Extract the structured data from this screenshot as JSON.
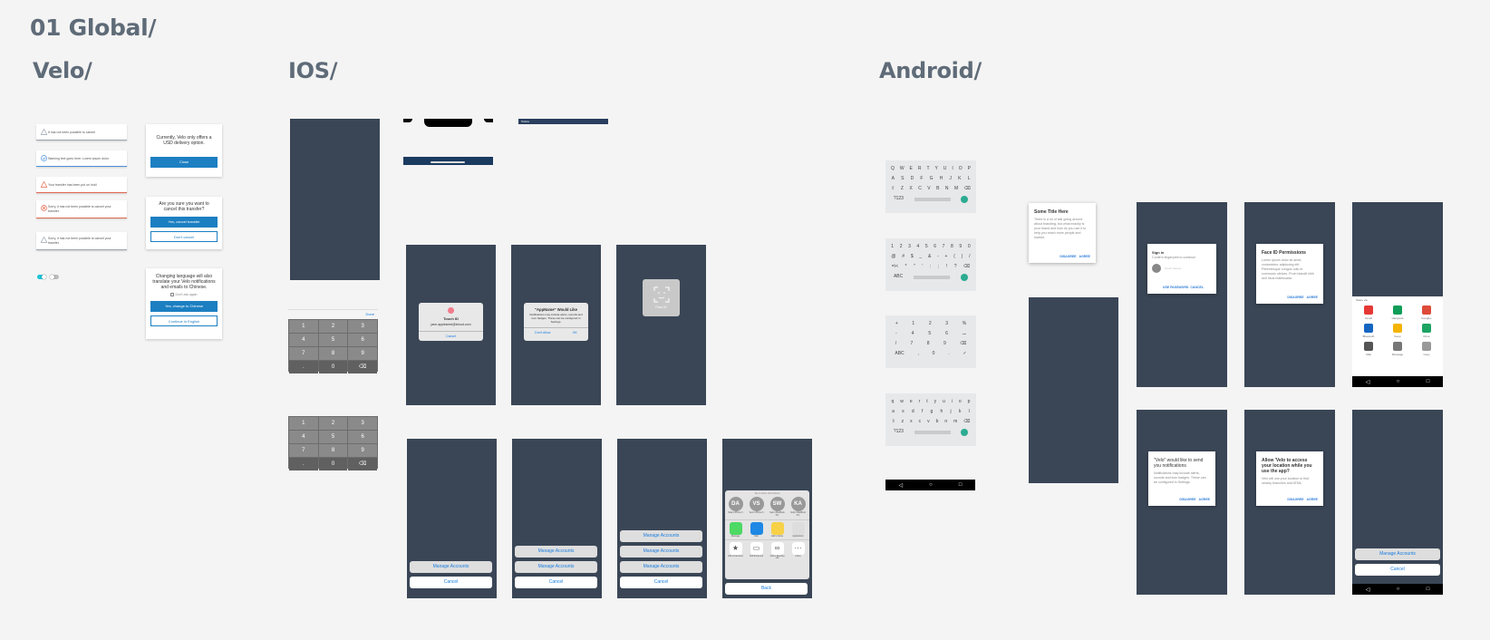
{
  "titles": {
    "global": "01 Global/",
    "velo": "Velo/",
    "ios": "IOS/",
    "android": "Android/"
  },
  "alerts": [
    {
      "text": "It has not been possible to cancel",
      "color": "#9aa3ad"
    },
    {
      "text": "Warning text goes here. Lorem ipsum dolor",
      "color": "#4a90d9"
    },
    {
      "text": "Your transfer has been put on hold",
      "color": "#e0674f"
    },
    {
      "text": "Sorry, it has not been possible to cancel your transfer.",
      "color": "#e0674f"
    },
    {
      "text": "Sorry, it has not been possible to cancel your transfer.",
      "color": "#9aa3ad"
    }
  ],
  "modal1": {
    "text": "Currently, Velo only offers a USD delivery option.",
    "button": "Close"
  },
  "modal2": {
    "text": "Are you sure you want to cancel this transfer?",
    "primary": "Yes, cancel transfer",
    "secondary": "Don't cancel"
  },
  "modal3": {
    "text": "Changing language will also translate your Velo notifications and emails to Chinese.",
    "checkbox": "Don't ask again",
    "primary": "Yes, change to Chinese",
    "secondary": "Continue in English"
  },
  "ios_status": "Telstra",
  "ios_done": "Done",
  "keypad": [
    {
      "n": "1",
      "l": ""
    },
    {
      "n": "2",
      "l": "ABC"
    },
    {
      "n": "3",
      "l": "DEF"
    },
    {
      "n": "4",
      "l": "GHI"
    },
    {
      "n": "5",
      "l": "JKL"
    },
    {
      "n": "6",
      "l": "MNO"
    },
    {
      "n": "7",
      "l": "PQRS"
    },
    {
      "n": "8",
      "l": "TUV"
    },
    {
      "n": "9",
      "l": "WXYZ"
    },
    {
      "n": ".",
      "l": ""
    },
    {
      "n": "0",
      "l": ""
    },
    {
      "n": "⌫",
      "l": ""
    }
  ],
  "touchid": {
    "title": "Touch ID",
    "email": "jane.appleseed@icloud.com",
    "cancel": "Cancel"
  },
  "apppermission": {
    "title": "\"AppName\" Would Like",
    "body": "Notifications may include alerts, sounds and icon badges. These can be configured in Settings.",
    "deny": "Don't Allow",
    "ok": "OK"
  },
  "faceid": {
    "label": "Face ID"
  },
  "actionsheet": {
    "manage": "Manage Accounts",
    "cancel": "Cancel",
    "back": "Back"
  },
  "airdrop": {
    "header": "Tap to share with AirDrop",
    "people": [
      {
        "i": "DA",
        "n": "Dale's iPhone 6"
      },
      {
        "i": "VS",
        "n": "Vern's iPhone 6"
      },
      {
        "i": "SW",
        "n": "Sam's MacBook Pro"
      },
      {
        "i": "KA",
        "n": "Kelly's MacBook Pro"
      }
    ],
    "apps": [
      {
        "n": "Message",
        "c": "#4cd964"
      },
      {
        "n": "Mail",
        "c": "#1e88e5"
      },
      {
        "n": "Add to Notes",
        "c": "#f7d148"
      },
      {
        "n": "Applications",
        "c": "#ddd"
      }
    ],
    "actions": [
      {
        "n": "Add to Favorites",
        "s": "★"
      },
      {
        "n": "Add Bookmark",
        "s": "▭"
      },
      {
        "n": "Add to Reading List",
        "s": "∞"
      },
      {
        "n": "Action",
        "s": "⋯"
      }
    ]
  },
  "kb_qwerty": {
    "rows": [
      [
        "Q",
        "W",
        "E",
        "R",
        "T",
        "Y",
        "U",
        "I",
        "O",
        "P"
      ],
      [
        "A",
        "S",
        "D",
        "F",
        "G",
        "H",
        "J",
        "K",
        "L"
      ],
      [
        "⇧",
        "Z",
        "X",
        "C",
        "V",
        "B",
        "N",
        "M",
        "⌫"
      ]
    ],
    "bottom": "?123"
  },
  "kb_numsym": {
    "rows": [
      [
        "1",
        "2",
        "3",
        "4",
        "5",
        "6",
        "7",
        "8",
        "9",
        "0"
      ],
      [
        "@",
        "#",
        "$",
        "_",
        "&",
        "-",
        "+",
        "(",
        ")",
        "/"
      ],
      [
        "=\\<",
        "*",
        "\"",
        "'",
        ":",
        ";",
        "!",
        "?",
        "⌫"
      ]
    ],
    "bottom": "ABC"
  },
  "kb_numpad": {
    "rows": [
      [
        "+",
        "1",
        "2",
        "3",
        "%"
      ],
      [
        "-",
        "4",
        "5",
        "6",
        "⌴"
      ],
      [
        "/",
        "7",
        "8",
        "9",
        "⌫"
      ],
      [
        "ABC",
        ",",
        "0",
        ".",
        "✓"
      ]
    ]
  },
  "kb_lower": {
    "rows": [
      [
        "q",
        "w",
        "e",
        "r",
        "t",
        "y",
        "u",
        "i",
        "o",
        "p"
      ],
      [
        "a",
        "s",
        "d",
        "f",
        "g",
        "h",
        "j",
        "k",
        "l"
      ],
      [
        "⇧",
        "z",
        "x",
        "c",
        "v",
        "b",
        "n",
        "m",
        "⌫"
      ]
    ],
    "bottom": "?123"
  },
  "nav": {
    "back": "◁",
    "home": "○",
    "recent": "□"
  },
  "and_dialog1": {
    "title": "Some Title Here",
    "body": "There is a lot of talk going around about branding, but what exactly is your brand and how do you use it to help you reach more people and market.",
    "disagree": "DISAGREE",
    "agree": "AGREE"
  },
  "and_signin": {
    "title": "Sign in",
    "sub": "Confirm fingerprint to continue",
    "field": "Touch Sensor",
    "use_password": "USE PASSWORD",
    "cancel": "CANCEL"
  },
  "and_faceid": {
    "title": "Face ID Permissions",
    "body": "Lorem ipsum dolor sit amet, consectetur adipiscing elit. Pellentesque congue odio et commodo ultrices. Proin blandit nibh sed risus malesuada.",
    "disagree": "DISAGREE",
    "agree": "AGREE"
  },
  "and_share": {
    "header": "Share via",
    "items": [
      {
        "n": "Gmail",
        "c": "#e53935"
      },
      {
        "n": "Hangouts",
        "c": "#0f9d58"
      },
      {
        "n": "Google+",
        "c": "#dd4b39"
      },
      {
        "n": "Bluetooth",
        "c": "#1565c0"
      },
      {
        "n": "Keep",
        "c": "#f4b400"
      },
      {
        "n": "Drive",
        "c": "#1da462"
      },
      {
        "n": "Mail",
        "c": "#555"
      },
      {
        "n": "Message",
        "c": "#777"
      },
      {
        "n": "Copy",
        "c": "#999"
      }
    ]
  },
  "and_notif": {
    "title": "\"Velo\" would like to send you notifications",
    "body": "Notifications may include alerts, sounds and icon badges. These can be configured in Settings.",
    "disagree": "DISAGREE",
    "agree": "AGREE"
  },
  "and_location": {
    "title": "Allow 'Velo to access your location while you use the app?",
    "body": "Velo will use your location to find nearby branches and ATMs",
    "disagree": "DISAGREE",
    "agree": "AGREE"
  },
  "and_sheet": {
    "manage": "Manage Accounts",
    "cancel": "Cancel"
  }
}
